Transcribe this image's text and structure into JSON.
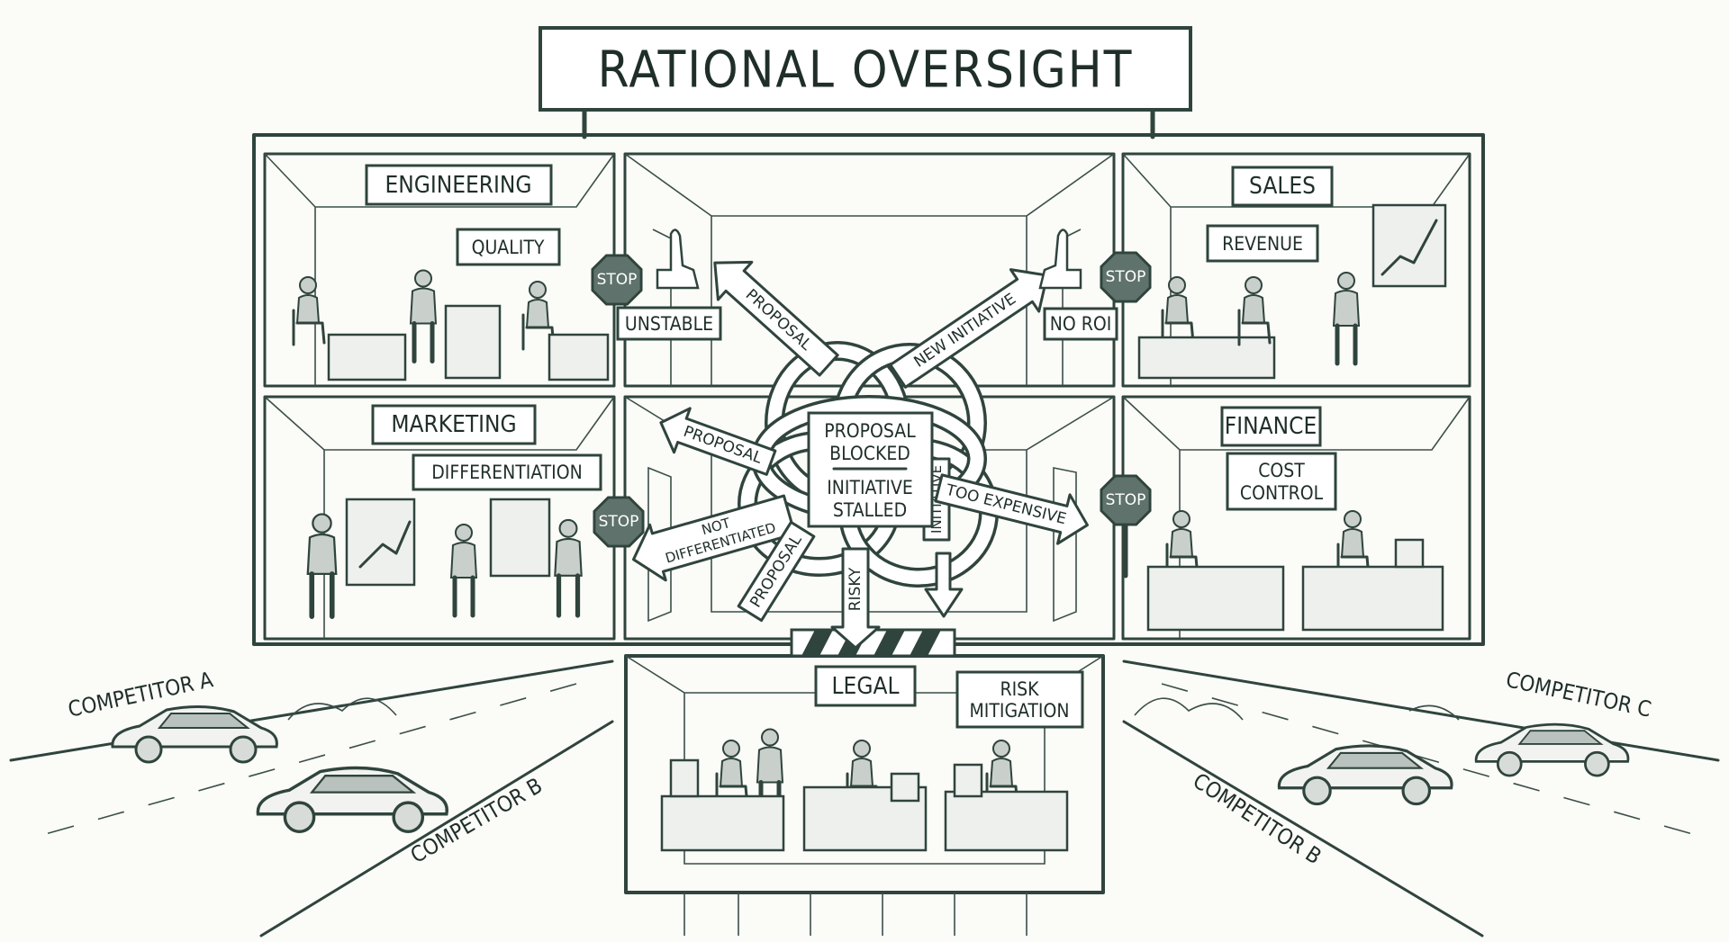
{
  "title": "RATIONAL OVERSIGHT",
  "departments": {
    "engineering": {
      "name": "ENGINEERING",
      "tag": "QUALITY",
      "objection": "UNSTABLE"
    },
    "sales": {
      "name": "SALES",
      "tag": "REVENUE",
      "objection": "NO ROI"
    },
    "marketing": {
      "name": "MARKETING",
      "tag": "DIFFERENTIATION"
    },
    "finance": {
      "name": "FINANCE",
      "tag_line1": "COST",
      "tag_line2": "CONTROL"
    },
    "legal": {
      "name": "LEGAL",
      "tag_line1": "RISK",
      "tag_line2": "MITIGATION"
    }
  },
  "stop_label": "STOP",
  "center_box": {
    "line1": "PROPOSAL",
    "line2": "BLOCKED",
    "line3": "INITIATIVE",
    "line4": "STALLED"
  },
  "arrows": {
    "proposal_up": "PROPOSAL",
    "new_initiative": "NEW INITIATIVE",
    "proposal_left": "PROPOSAL",
    "not_diff_1": "NOT",
    "not_diff_2": "DIFFERENTIATED",
    "proposal_down": "PROPOSAL",
    "risky": "RISKY",
    "initiative": "INITIATIVE",
    "too_expensive": "TOO EXPENSIVE"
  },
  "competitors": {
    "a": "COMPETITOR A",
    "b_left": "COMPETITOR B",
    "b_right": "COMPETITOR B",
    "c": "COMPETITOR C"
  },
  "colors": {
    "ink": "#2f443d",
    "stop_fill": "#5f726b",
    "background": "#fbfbf8"
  }
}
